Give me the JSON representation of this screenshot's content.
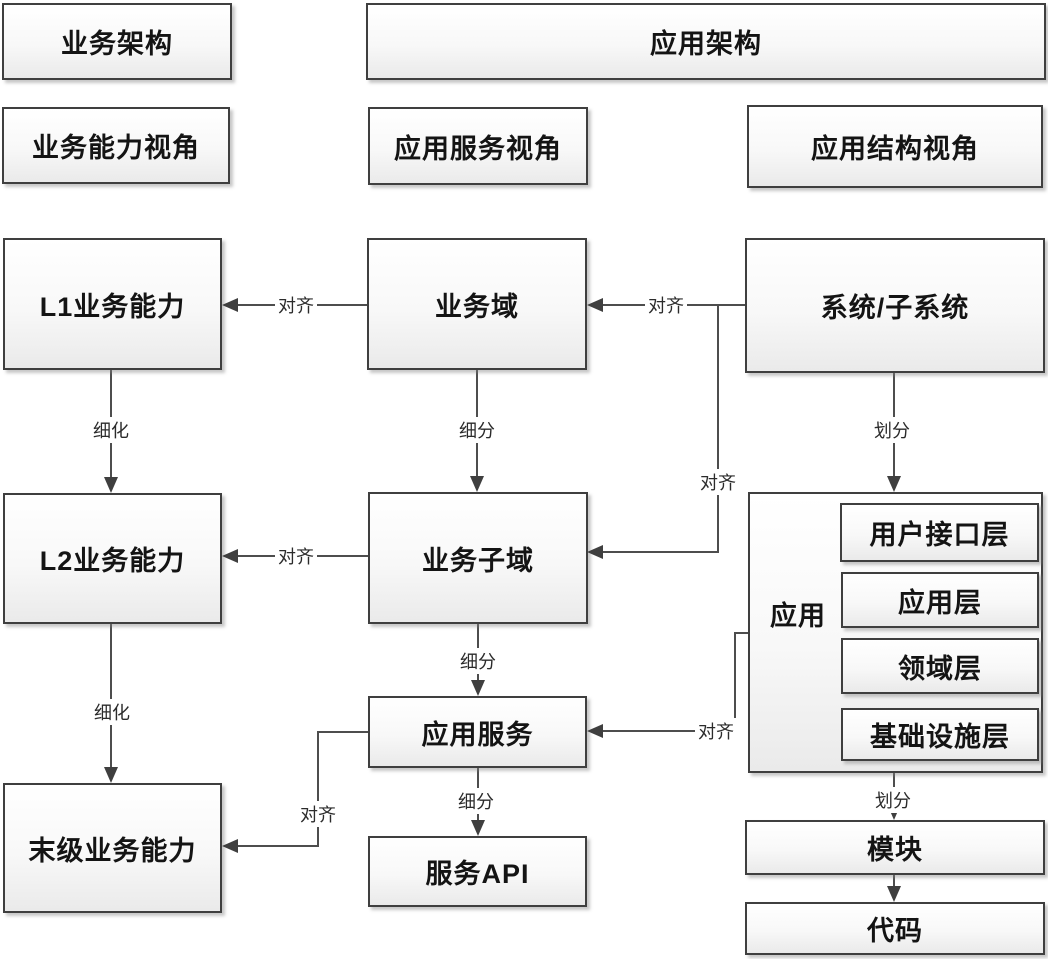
{
  "diagram": {
    "headers": {
      "business_architecture": "业务架构",
      "application_architecture": "应用架构"
    },
    "views": {
      "business_capability_view": "业务能力视角",
      "application_service_view": "应用服务视角",
      "application_structure_view": "应用结构视角"
    },
    "nodes": {
      "l1_business_capability": "L1业务能力",
      "business_domain": "业务域",
      "system_subsystem": "系统/子系统",
      "l2_business_capability": "L2业务能力",
      "business_subdomain": "业务子域",
      "application": "应用",
      "app_layers": [
        "用户接口层",
        "应用层",
        "领域层",
        "基础设施层"
      ],
      "application_service": "应用服务",
      "leaf_business_capability": "末级业务能力",
      "service_api": "服务API",
      "module": "模块",
      "code": "代码"
    },
    "edge_labels": {
      "align": "对齐",
      "refine": "细化",
      "subdivide": "细分",
      "partition": "划分"
    },
    "colors": {
      "box_border": "#3f3f3f",
      "connector_line": "#4d4d4d",
      "box_fill_top": "#ffffff",
      "box_fill_bottom": "#eaeaea",
      "text": "#141414"
    }
  }
}
